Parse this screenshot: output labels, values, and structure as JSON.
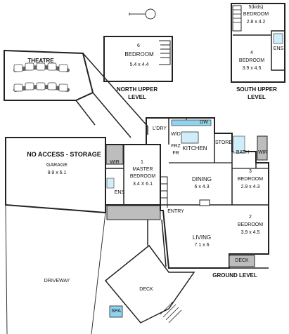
{
  "north_upper": {
    "room": {
      "number": "6",
      "name": "BEDROOM",
      "dims": "5.4 x 4.4"
    },
    "level_line1": "NORTH UPPER",
    "level_line2": "LEVEL"
  },
  "south_upper": {
    "bedroom5": {
      "number": "5(kids)",
      "name": "BEDROOM",
      "dims": "2.8 x 4.2"
    },
    "bedroom4": {
      "number": "4",
      "name": "BEDROOM",
      "dims": "3.9 x 4.5"
    },
    "ens": "ENS",
    "level_line1": "SOUTH UPPER",
    "level_line2": "LEVEL"
  },
  "theatre": "THEATRE",
  "garage": {
    "note": "NO ACCESS - STORAGE",
    "name": "GARAGE",
    "dims": "9.9 x 6.1",
    "wir": "WIR"
  },
  "master": {
    "number": "1",
    "line1": "MASTER",
    "line2": "BEDROOM",
    "dims": "3.4 X 6.1",
    "ens": "ENS"
  },
  "ground": {
    "ldry": "L'DRY",
    "dw": "DW",
    "wd_line1": "W/D",
    "frz": "FRZ",
    "fr": "FR",
    "kitchen": "KITCHEN",
    "store": "STORE",
    "bath": "BATH",
    "wir": "WIR",
    "dining": {
      "name": "DINING",
      "dims": "6 x 4.3"
    },
    "bedroom3": {
      "number": "3",
      "name": "BEDROOM",
      "dims": "2.9 x 4.3"
    },
    "entry": "ENTRY",
    "living": {
      "name": "LIVING",
      "dims": "7.1 x 6"
    },
    "bedroom2": {
      "number": "2",
      "name": "BEDROOM",
      "dims": "3.9 x 4.5"
    },
    "deck_right": "DECK",
    "level": "GROUND LEVEL"
  },
  "driveway": "DRIVEWAY",
  "deck": "DECK",
  "spa": "SPA",
  "colors": {
    "wall": "#222222",
    "fill_grey": "#bdbdbd",
    "water_blue": "#8fd3ee",
    "fixture_blue": "#cfeefa"
  }
}
